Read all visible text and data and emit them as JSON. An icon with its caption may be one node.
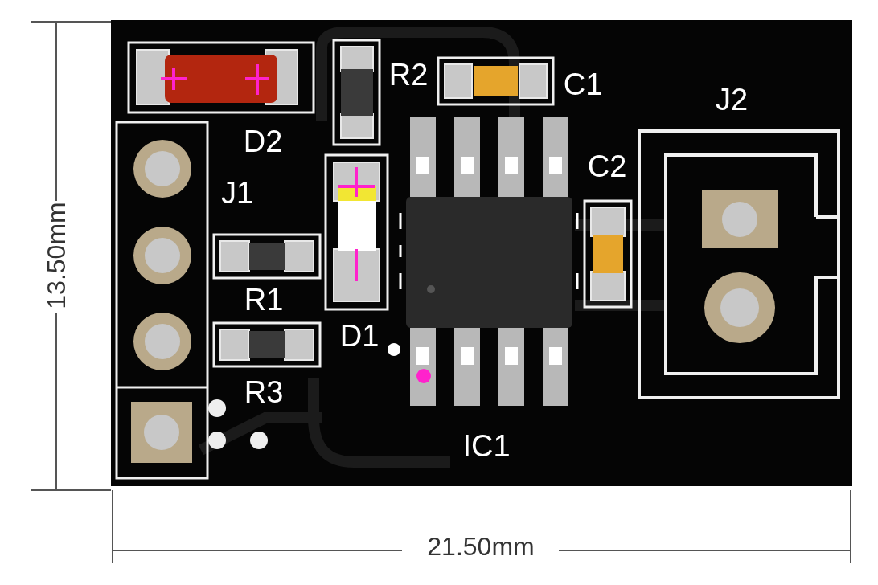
{
  "diagram": {
    "labels": [
      "D2",
      "R2",
      "C1",
      "J2",
      "J1",
      "C2",
      "R1",
      "D1",
      "R3",
      "IC1",
      "13.50mm",
      "21.50mm"
    ]
  }
}
